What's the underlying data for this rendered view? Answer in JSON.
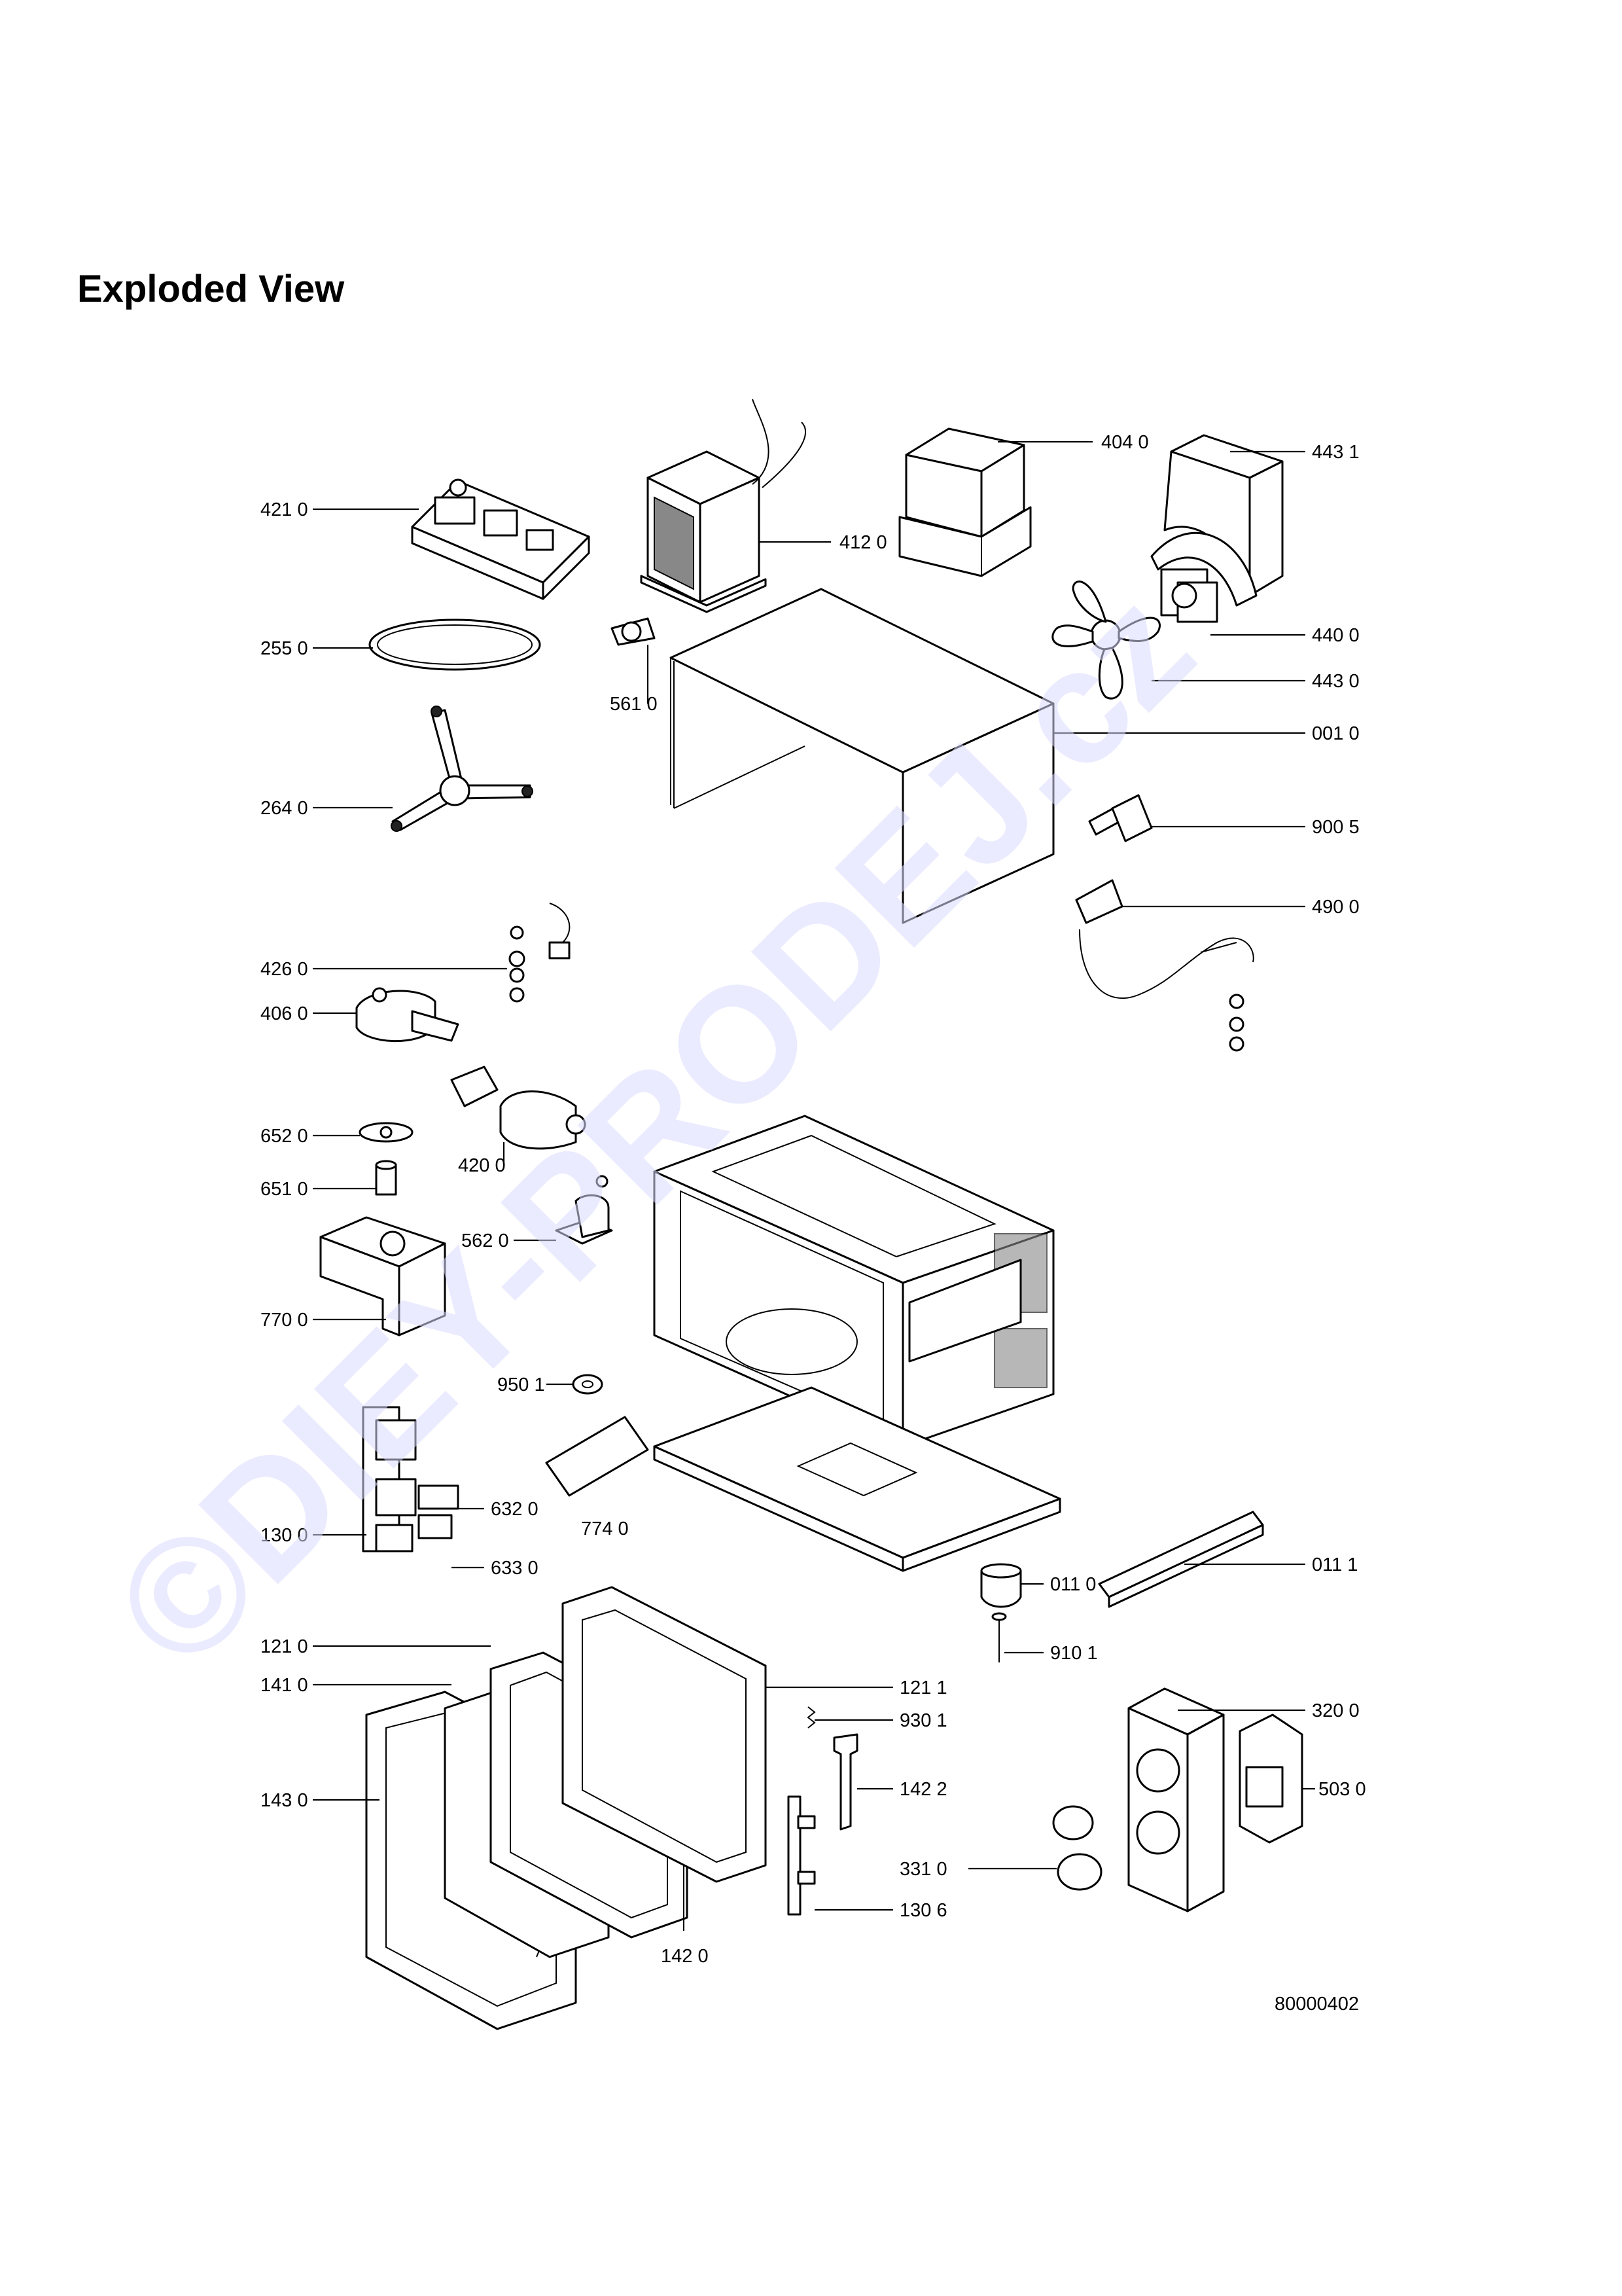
{
  "title": "Exploded View",
  "watermark": "©DIEY-PRODEJ.cz",
  "drawing_number": "80000402",
  "parts": {
    "p4210": "421 0",
    "p2550": "255 0",
    "p2640": "264 0",
    "p4120": "412 0",
    "p5610": "561 0",
    "p4040": "404 0",
    "p4431": "443 1",
    "p4400": "440 0",
    "p4430": "443 0",
    "p0010": "001 0",
    "p9005": "900 5",
    "p4900": "490 0",
    "p4260": "426 0",
    "p4060": "406 0",
    "p6520": "652 0",
    "p4200": "420 0",
    "p6510": "651 0",
    "p5620": "562 0",
    "p7700": "770 0",
    "p9501": "950 1",
    "p6320": "632 0",
    "p7740": "774 0",
    "p1300": "130 0",
    "p6330": "633 0",
    "p0110": "011 0",
    "p0111": "011 1",
    "p9101": "910 1",
    "p1210": "121 0",
    "p1211": "121 1",
    "p1410": "141 0",
    "p9301": "930 1",
    "p3200": "320 0",
    "p1422": "142 2",
    "p1430": "143 0",
    "p5030": "503 0",
    "p3310": "331 0",
    "p1306": "130 6",
    "p1420": "142 0"
  }
}
